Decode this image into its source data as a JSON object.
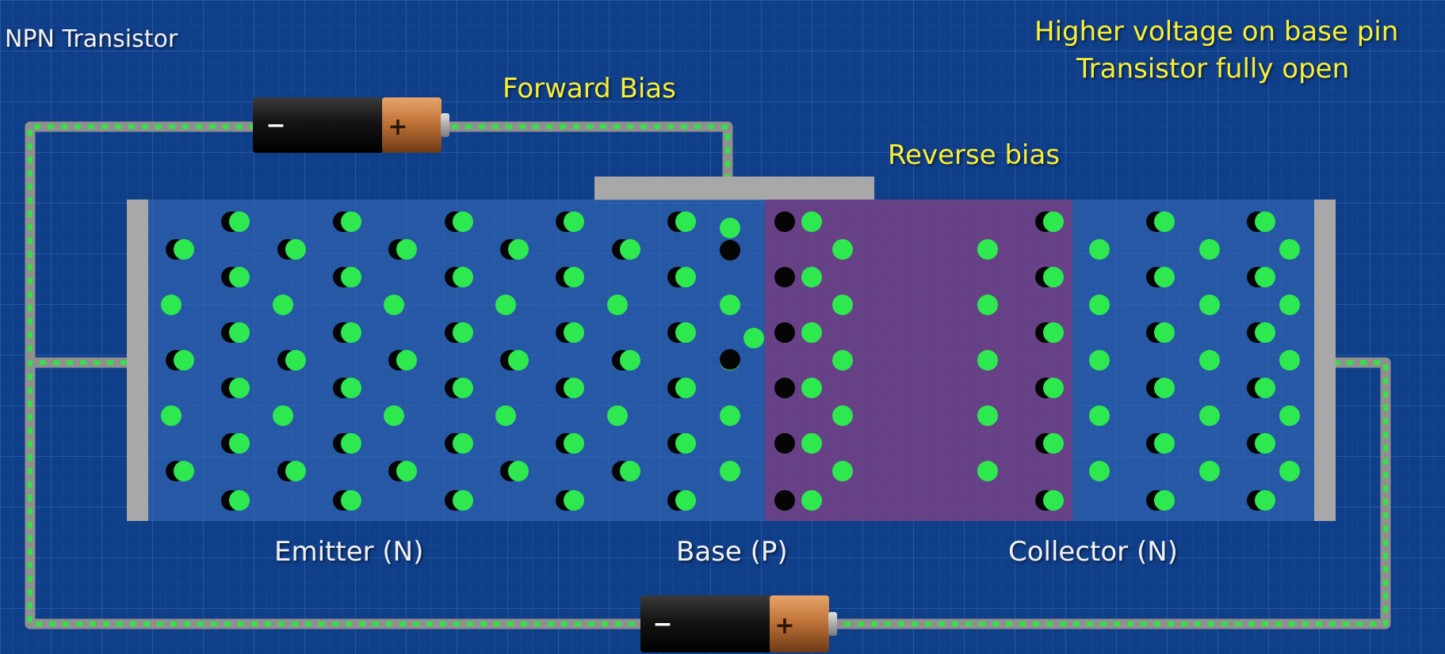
{
  "labels": {
    "title": "NPN Transistor",
    "forward_bias": "Forward Bias",
    "reverse_bias": "Reverse bias",
    "note_line1": "Higher voltage on base pin",
    "note_line2": "Transistor fully open",
    "emitter": "Emitter (N)",
    "base": "Base (P)",
    "collector": "Collector (N)"
  },
  "batteries": [
    {
      "name": "top-battery",
      "negative": "−",
      "positive": "+"
    },
    {
      "name": "bottom-battery",
      "negative": "−",
      "positive": "+"
    }
  ],
  "colors": {
    "background": "#103f8a",
    "grid": "#3a6fc0",
    "wire": "#8f8f8f",
    "wire_dash": "#36e04a",
    "electron": "#2ee84f",
    "hole": "#050505",
    "terminal": "#a8a8a8",
    "depletion": "#7a3a7c",
    "body": "#2f63b0",
    "label_white": "#f2f2f2",
    "label_yellow": "#f9ef34"
  }
}
